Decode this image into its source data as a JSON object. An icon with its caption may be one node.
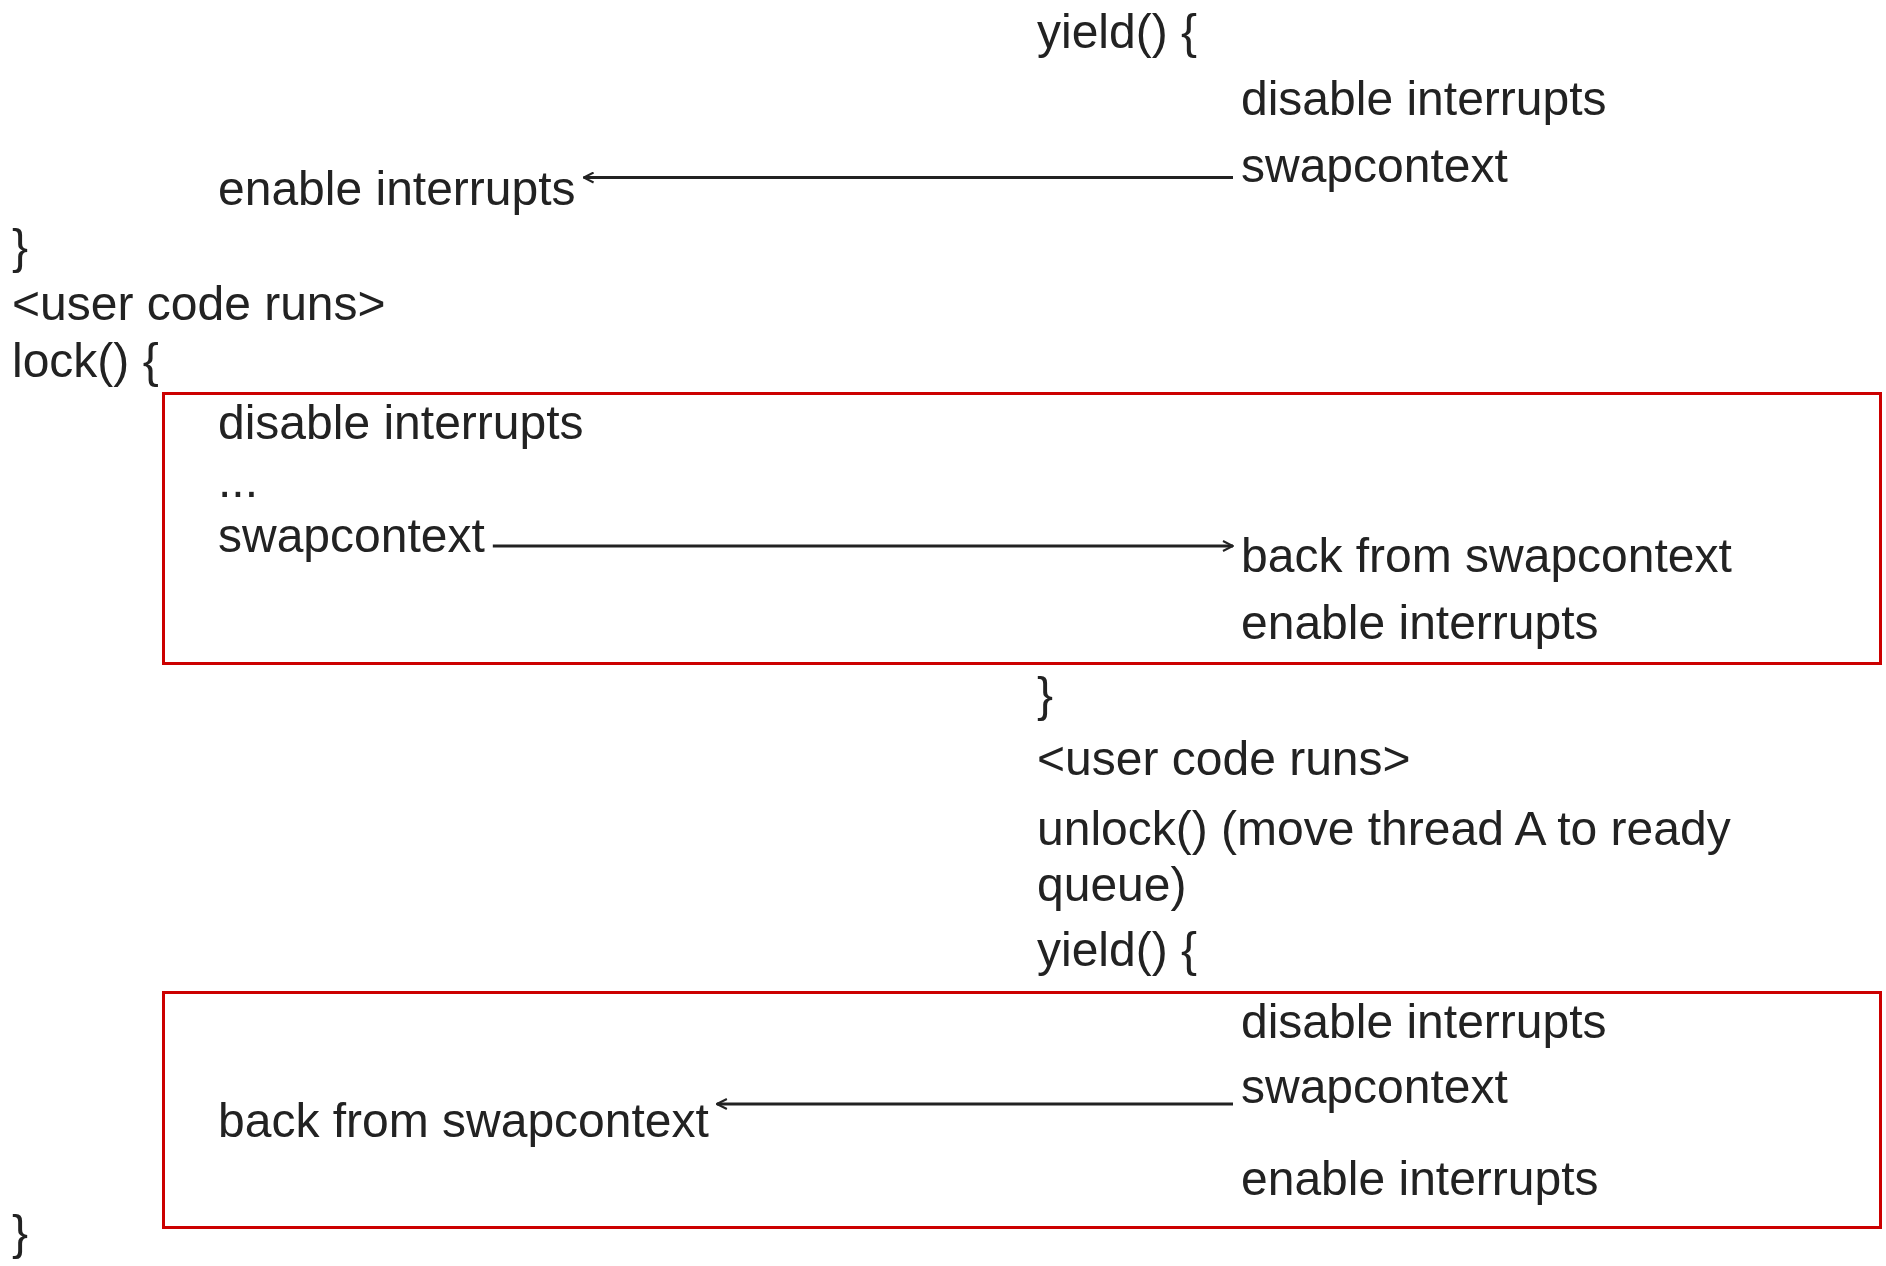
{
  "diagram": {
    "nodes": [
      {
        "text": [
          "swapcontext"
        ]
      },
      {
        "text": [
          "enable interrupts"
        ]
      },
      {
        "text": [],
        "shape": "box"
      },
      {
        "text": [
          "disable interrupts"
        ],
        "in": 2
      },
      {
        "text": [
          "..."
        ],
        "in": 2
      },
      {
        "text": [
          "swapcontext"
        ],
        "in": 2
      },
      {
        "text": [
          "back from swapcontext"
        ],
        "in": 2
      },
      {
        "text": [
          "enable interrupts"
        ],
        "in": 2
      },
      {
        "text": [],
        "shape": "box"
      },
      {
        "text": [
          "disable interrupts"
        ],
        "in": 8
      },
      {
        "text": [
          "swapcontext"
        ],
        "in": 8
      },
      {
        "text": [
          "back from swapcontext"
        ],
        "in": 8
      },
      {
        "text": [
          "enable interrupts"
        ],
        "in": 8
      }
    ],
    "edges": [
      {
        "from": 0,
        "to": 1,
        "arrow": "to"
      },
      {
        "from": 5,
        "to": 6,
        "arrow": "to"
      },
      {
        "from": 10,
        "to": 11,
        "arrow": "to"
      }
    ],
    "labels": [
      "yield() {",
      "disable interrupts",
      "}",
      "<user code runs>",
      "lock() {",
      "}",
      "<user code runs>",
      "unlock() (move thread A to ready queue)",
      "yield() {",
      "}"
    ]
  }
}
